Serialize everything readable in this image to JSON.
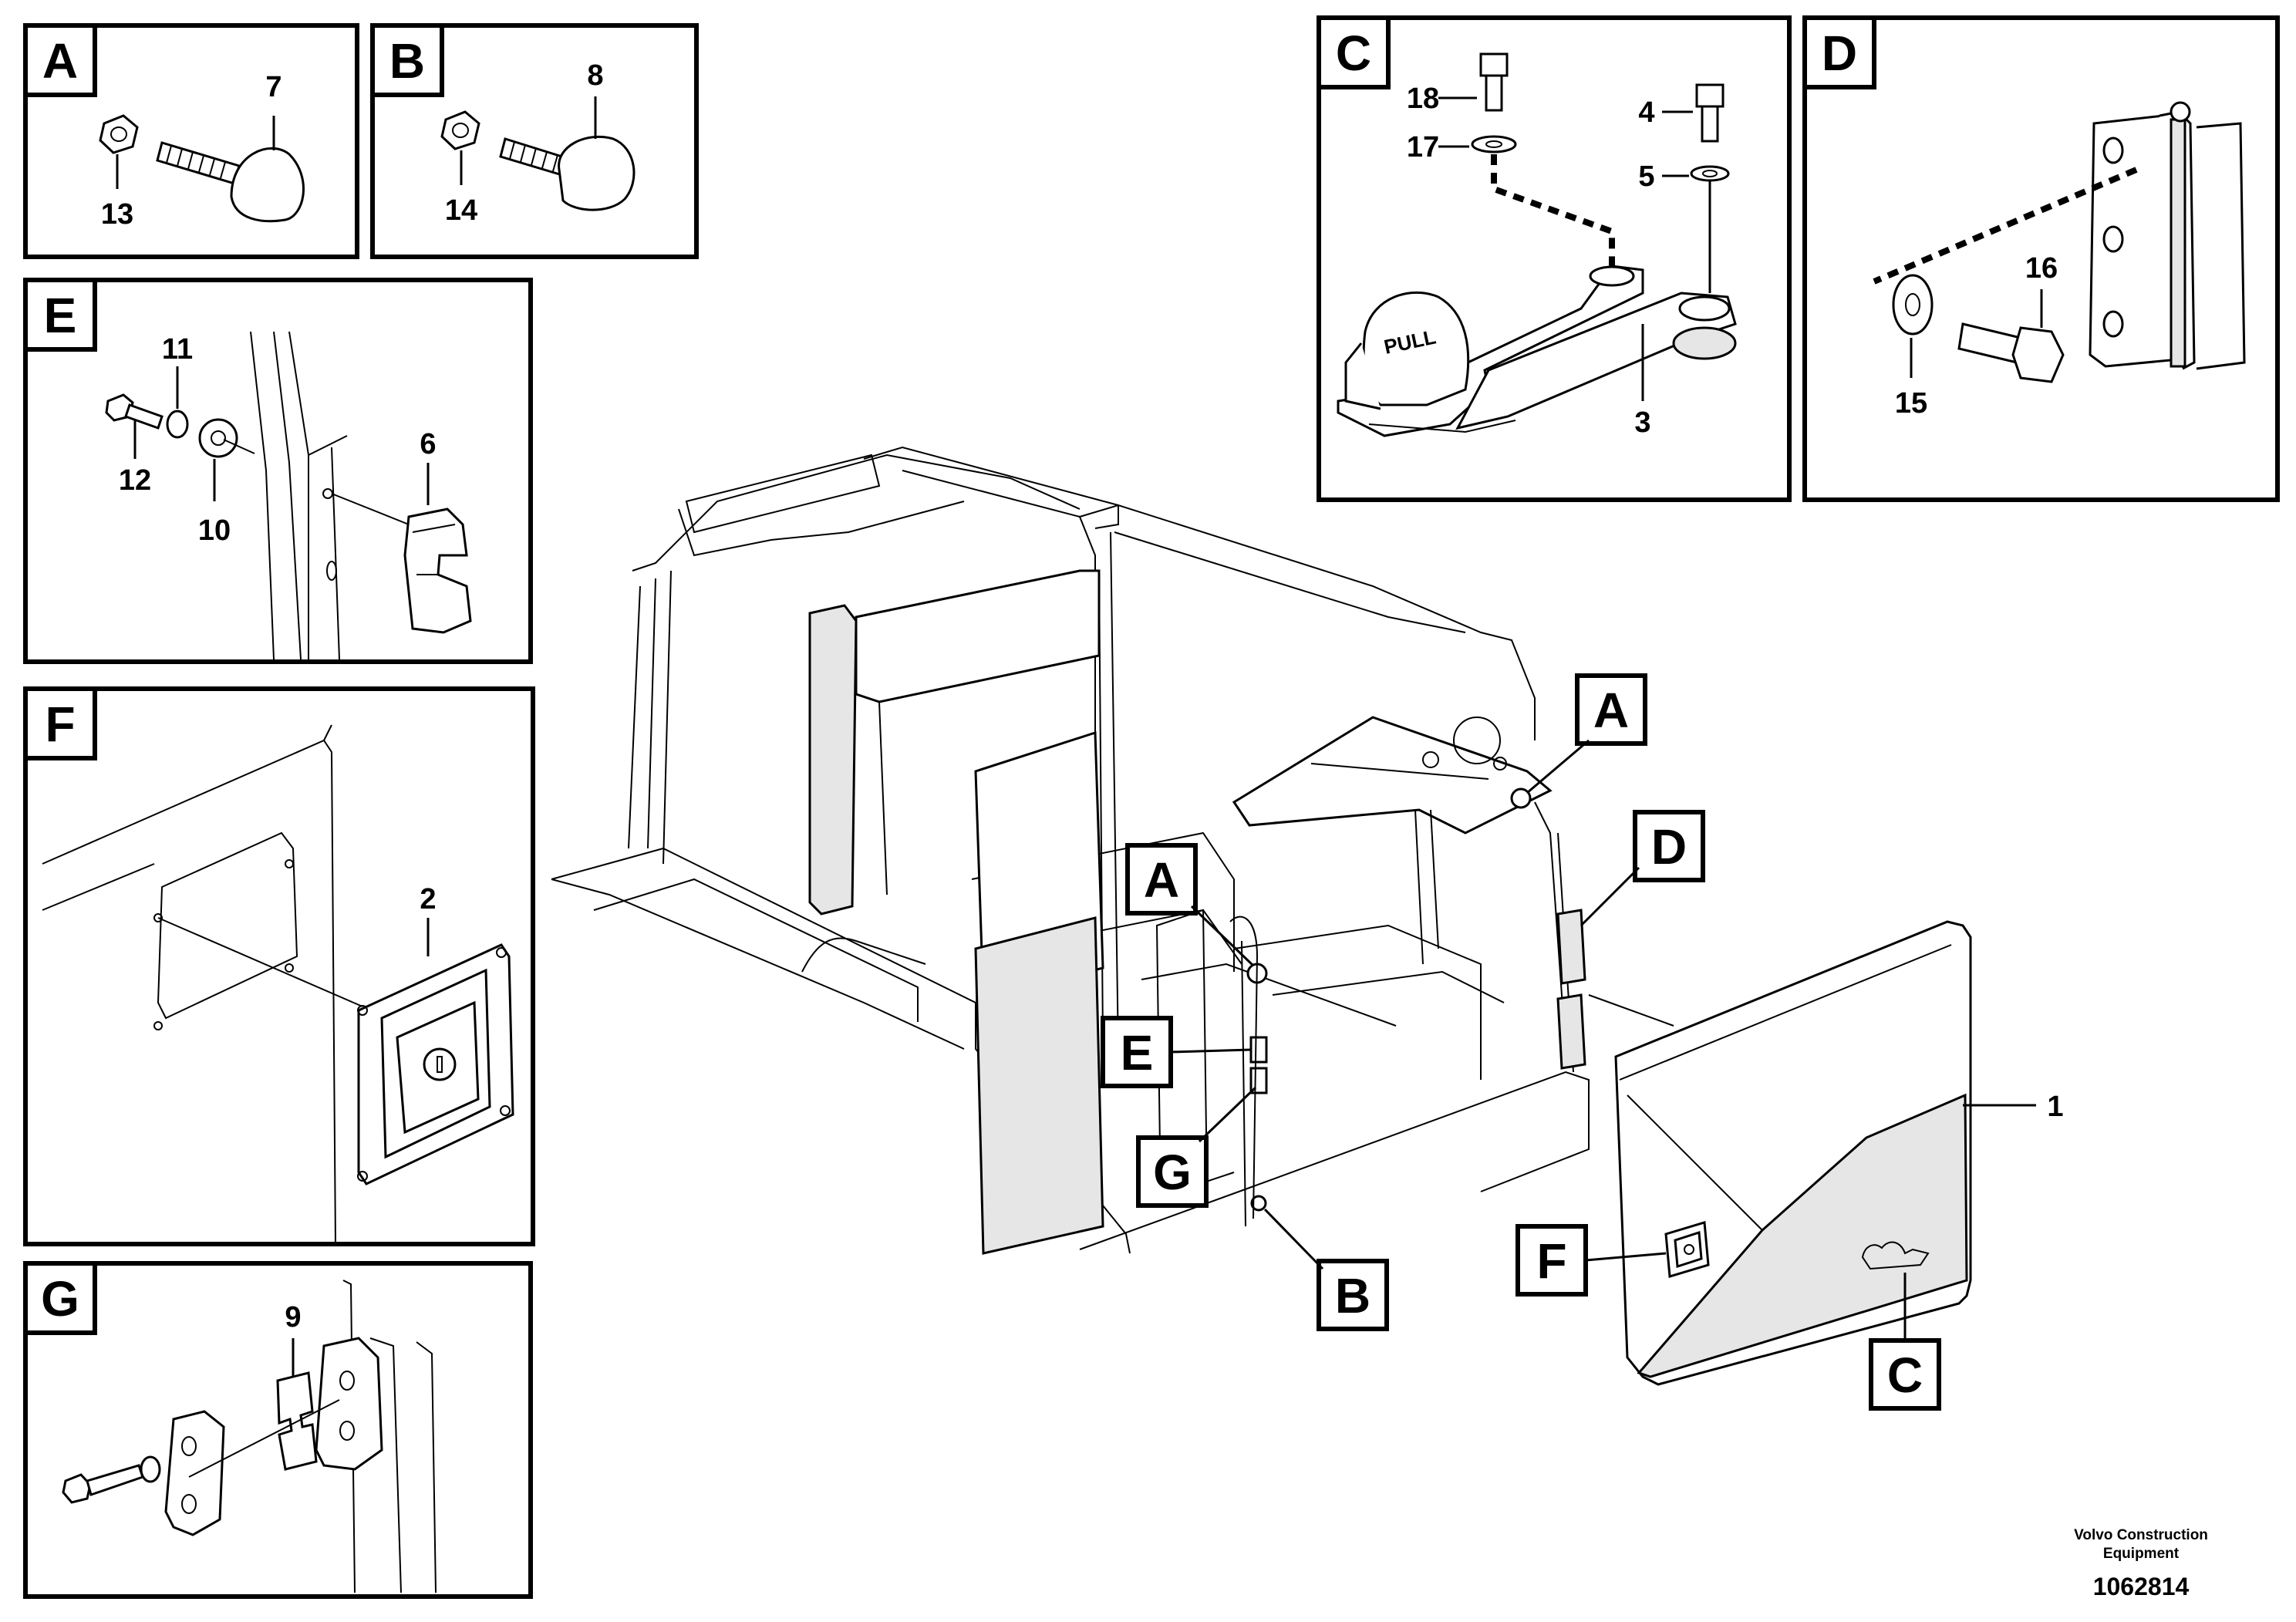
{
  "detail_views": [
    {
      "letter": "A",
      "parts": [
        "7",
        "13"
      ]
    },
    {
      "letter": "B",
      "parts": [
        "8",
        "14"
      ]
    },
    {
      "letter": "C",
      "parts": [
        "18",
        "17",
        "4",
        "5",
        "3"
      ]
    },
    {
      "letter": "D",
      "parts": [
        "16",
        "15"
      ]
    },
    {
      "letter": "E",
      "parts": [
        "11",
        "12",
        "10",
        "6"
      ]
    },
    {
      "letter": "F",
      "parts": [
        "2"
      ]
    },
    {
      "letter": "G",
      "parts": [
        "9"
      ]
    }
  ],
  "handle_text": "PULL",
  "main_view": {
    "callouts": [
      "A",
      "A",
      "D",
      "E",
      "G",
      "B",
      "F",
      "C"
    ],
    "door_part": "1"
  },
  "footer": {
    "company_line1": "Volvo Construction",
    "company_line2": "Equipment",
    "drawing_number": "1062814"
  }
}
